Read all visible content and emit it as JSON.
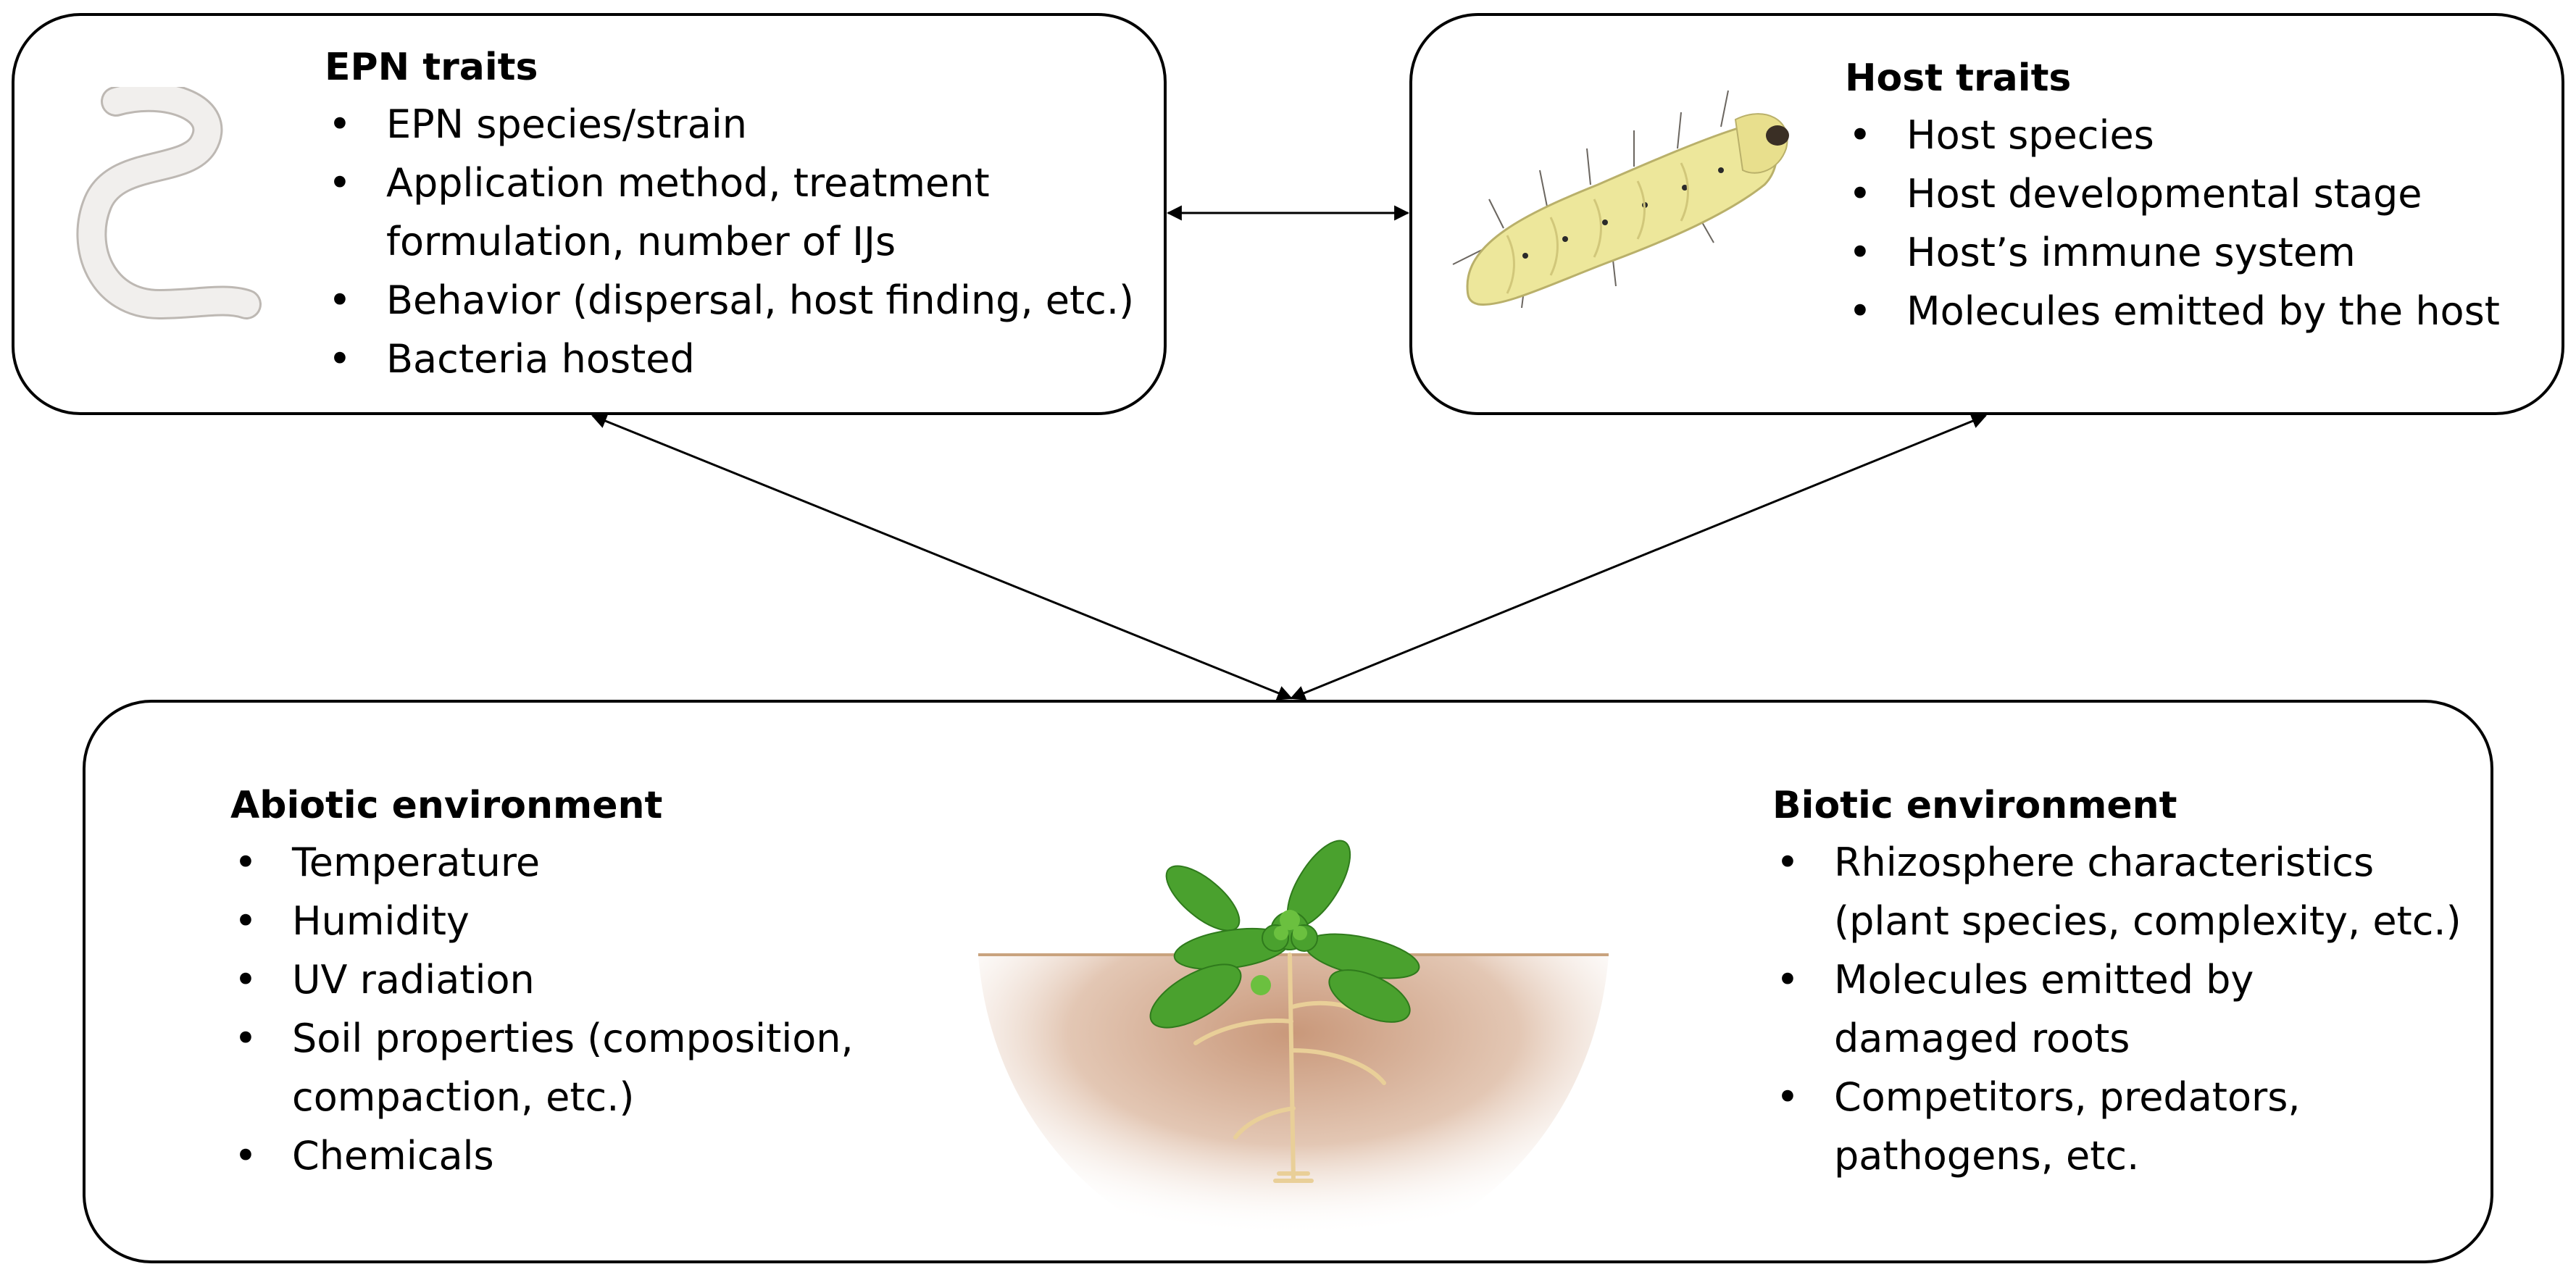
{
  "epn": {
    "title": "EPN traits",
    "items": [
      [
        "EPN species/strain"
      ],
      [
        "Application method, treatment",
        "formulation, number of IJs"
      ],
      [
        "Behavior (dispersal, host finding, etc.)"
      ],
      [
        "Bacteria hosted"
      ]
    ]
  },
  "host": {
    "title": "Host traits",
    "items": [
      [
        "Host species"
      ],
      [
        "Host developmental stage"
      ],
      [
        "Host’s immune system"
      ],
      [
        "Molecules emitted by the host"
      ]
    ]
  },
  "abiotic": {
    "title": "Abiotic environment",
    "items": [
      [
        "Temperature"
      ],
      [
        "Humidity"
      ],
      [
        "UV radiation"
      ],
      [
        "Soil properties (composition,",
        "compaction, etc.)"
      ],
      [
        "Chemicals"
      ]
    ]
  },
  "biotic": {
    "title": "Biotic environment",
    "items": [
      [
        "Rhizosphere characteristics",
        "(plant species, complexity, etc.)"
      ],
      [
        "Molecules emitted by",
        "damaged roots"
      ],
      [
        "Competitors, predators,",
        "pathogens, etc."
      ]
    ]
  },
  "illustrations": {
    "nematode": "nematode-icon",
    "larva": "larva-icon",
    "plant": "plant-with-roots-icon"
  },
  "colors": {
    "border": "#000000",
    "nematode_fill": "#f1efed",
    "larva_body": "#ede79b",
    "leaf_green": "#4aa12e",
    "soil": "#c9987a",
    "root": "#e9cf98"
  }
}
